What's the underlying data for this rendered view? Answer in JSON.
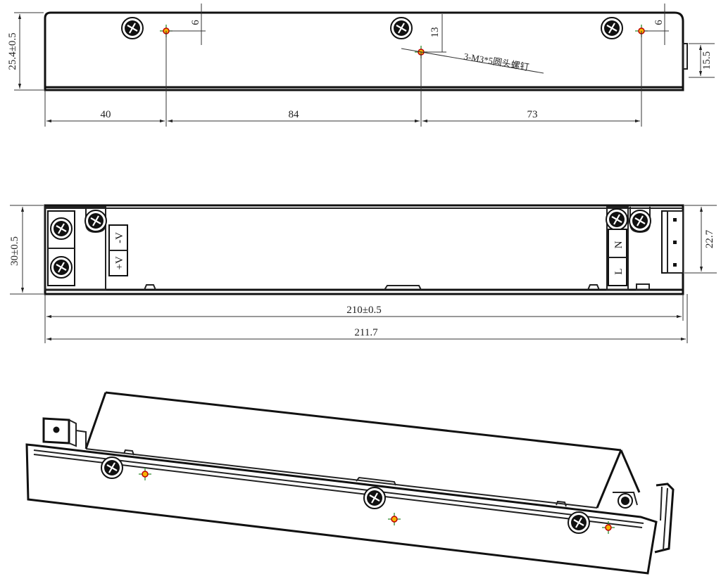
{
  "top_view": {
    "height_dim": "25.4±0.5",
    "terminal_height_dim": "15.5",
    "edge_offset_left": "6",
    "edge_offset_right": "6",
    "edge_offset_center": "13",
    "screw_note": "3-M3*5圆头螺钉",
    "spacing_dims": [
      "40",
      "84",
      "73"
    ]
  },
  "side_view": {
    "height_dim": "30±0.5",
    "terminal_block_dim": "22.7",
    "output_terminals": [
      "+V",
      "-V"
    ],
    "input_terminals": [
      "L",
      "N"
    ],
    "length_dim": "210±0.5",
    "overall_length_dim": "211.7"
  },
  "colors": {
    "outline": "#111111",
    "mount_point_ring": "#c00000",
    "mount_point_fill": "#f5b400",
    "mount_point_cross": "#2e8b2e"
  }
}
